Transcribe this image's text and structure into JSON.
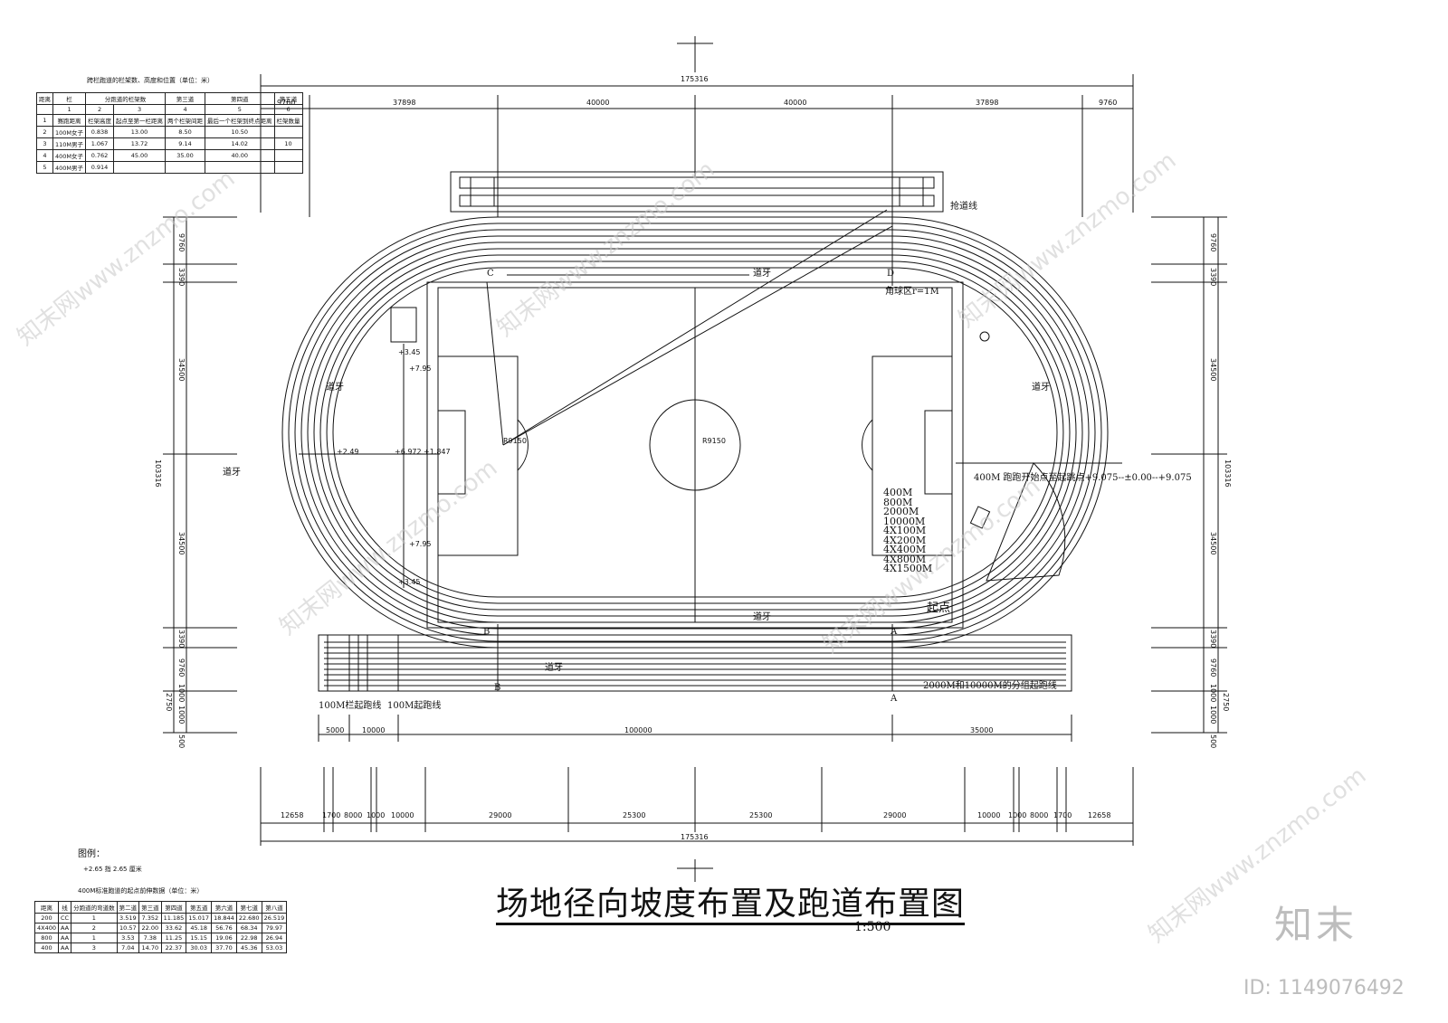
{
  "title": "场地径向坡度布置及跑道布置图",
  "scale": "1:500",
  "overall_width": "175316",
  "top_dims": [
    "9760",
    "37898",
    "40000",
    "40000",
    "37898",
    "9760"
  ],
  "bottom_dims": [
    "12658",
    "1700",
    "8000",
    "1000",
    "10000",
    "29000",
    "25300",
    "25300",
    "29000",
    "10000",
    "1000",
    "8000",
    "1700",
    "12658"
  ],
  "lower_dims": [
    "5000",
    "10000",
    "100000",
    "35000"
  ],
  "left_dims": [
    "9760",
    "3390",
    "34500",
    "34500",
    "3390",
    "9760",
    "1000",
    "2750",
    "1000",
    "500"
  ],
  "overall_height": "103316",
  "labels": {
    "daoya": "道牙",
    "qiangdao": "抢道线",
    "corner": "角球区r=1M",
    "start_400": "400M 跑跑开始点至起跳点+9.075--±0.00--+9.075",
    "hurdle_start": "100M栏起跑线",
    "start_100": "100M起跑线",
    "split_start": "2000M和10000M的分组起跑线",
    "start_point": "起点",
    "circle_r": "R9150",
    "arc_r": "R9150",
    "A": "A",
    "B": "B",
    "C": "C",
    "D": "D"
  },
  "event_list": [
    "400M",
    "800M",
    "2000M",
    "10000M",
    "4X100M",
    "4X200M",
    "4X400M",
    "4X800M",
    "4X1500M"
  ],
  "elevations": [
    "+3.45",
    "+7.95",
    "+6.972",
    "+1.847",
    "+2.49",
    "+7.95",
    "+3.45"
  ],
  "hurdle_table": {
    "caption": "跨栏跑道的栏架数、高度和位置（单位：米）",
    "header1": [
      "距离",
      "栏",
      "分跑道的栏架数",
      "第三道",
      "第四道",
      "第五道"
    ],
    "header2": [
      "",
      "1",
      "2",
      "3",
      "4",
      "5",
      "6"
    ],
    "header3": [
      "1",
      "赛跑距离",
      "栏架高度",
      "起点至第一栏距离",
      "两个栏架间距",
      "最后一个栏架到终点距离",
      "栏架数量"
    ],
    "rows": [
      [
        "2",
        "100M女子",
        "0.838",
        "13.00",
        "8.50",
        "10.50",
        ""
      ],
      [
        "3",
        "110M男子",
        "1.067",
        "13.72",
        "9.14",
        "14.02",
        "10"
      ],
      [
        "4",
        "400M女子",
        "0.762",
        "45.00",
        "35.00",
        "40.00",
        ""
      ],
      [
        "5",
        "400M男子",
        "0.914",
        "",
        "",
        "",
        ""
      ]
    ]
  },
  "legend": {
    "title": "图例：",
    "item": "+2.65 指 2.65 厘米"
  },
  "stagger_table": {
    "caption": "400M标准跑道的起点前伸数据（单位：米）",
    "header": [
      "距离",
      "线",
      "分跑道的弯道数",
      "第二道",
      "第三道",
      "第四道",
      "第五道",
      "第六道",
      "第七道",
      "第八道"
    ],
    "rows": [
      [
        "200",
        "CC",
        "1",
        "3.519",
        "7.352",
        "11.185",
        "15.017",
        "18.844",
        "22.680",
        "26.519"
      ],
      [
        "4X400",
        "AA",
        "2",
        "10.57",
        "22.00",
        "33.62",
        "45.18",
        "56.76",
        "68.34",
        "79.97"
      ],
      [
        "800",
        "AA",
        "1",
        "3.53",
        "7.38",
        "11.25",
        "15.15",
        "19.06",
        "22.98",
        "26.94"
      ],
      [
        "400",
        "AA",
        "3",
        "7.04",
        "14.70",
        "22.37",
        "30.03",
        "37.70",
        "45.36",
        "53.03"
      ]
    ]
  },
  "watermark": "知末网www.znzmo.com",
  "logo": "知末",
  "id_text": "ID: 1149076492"
}
